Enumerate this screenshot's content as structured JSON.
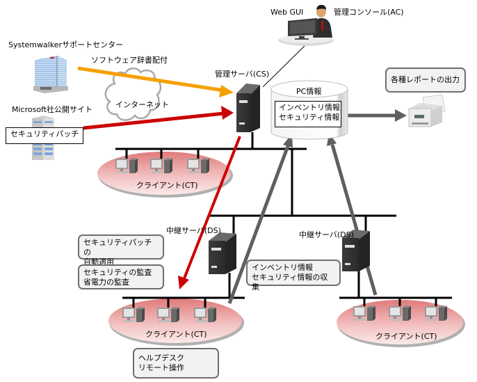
{
  "title": "Systemwalker Desktop Patrol システム構成",
  "nodes": {
    "support_center": {
      "label": "Systemwalkerサポートセンター"
    },
    "microsoft_site": {
      "label": "Microsoft社公開サイト",
      "box": "セキュリティパッチ"
    },
    "internet": {
      "label": "インターネット"
    },
    "web_gui": {
      "label": "Web GUI"
    },
    "admin_console": {
      "label": "管理コンソール(AC)"
    },
    "management_server": {
      "label": "管理サーバ(CS)"
    },
    "pc_info_db": {
      "label": "PC情報",
      "box_lines": [
        "インベントリ情報",
        "セキュリティ情報"
      ]
    },
    "report_output": {
      "label": "各種レポートの出力"
    },
    "relay_server_left": {
      "label": "中継サーバ(DS)"
    },
    "relay_server_right": {
      "label": "中継サーバ(DS)"
    },
    "client_group_top": {
      "label": "クライアント(CT)"
    },
    "client_group_bottom_left": {
      "label": "クライアント(CT)"
    },
    "client_group_bottom_right": {
      "label": "クライアント(CT)"
    }
  },
  "edges": {
    "software_dictionary": {
      "label": "ソフトウェア辞書配付",
      "color": "#f5a000"
    },
    "security_patch": {
      "color": "#cc0000"
    },
    "report_arrow": {
      "color": "#5f5f5f"
    },
    "collection_arrows": {
      "color": "#5f5f5f"
    }
  },
  "notes": {
    "auto_apply": [
      "セキュリティパッチの",
      "自動適用"
    ],
    "audit": [
      "セキュリティの監査",
      "省電力の監査"
    ],
    "collect": [
      "インベントリ情報",
      "セキュリティ情報の収集"
    ],
    "helpdesk": [
      "ヘルプデスク",
      "リモート操作"
    ]
  }
}
